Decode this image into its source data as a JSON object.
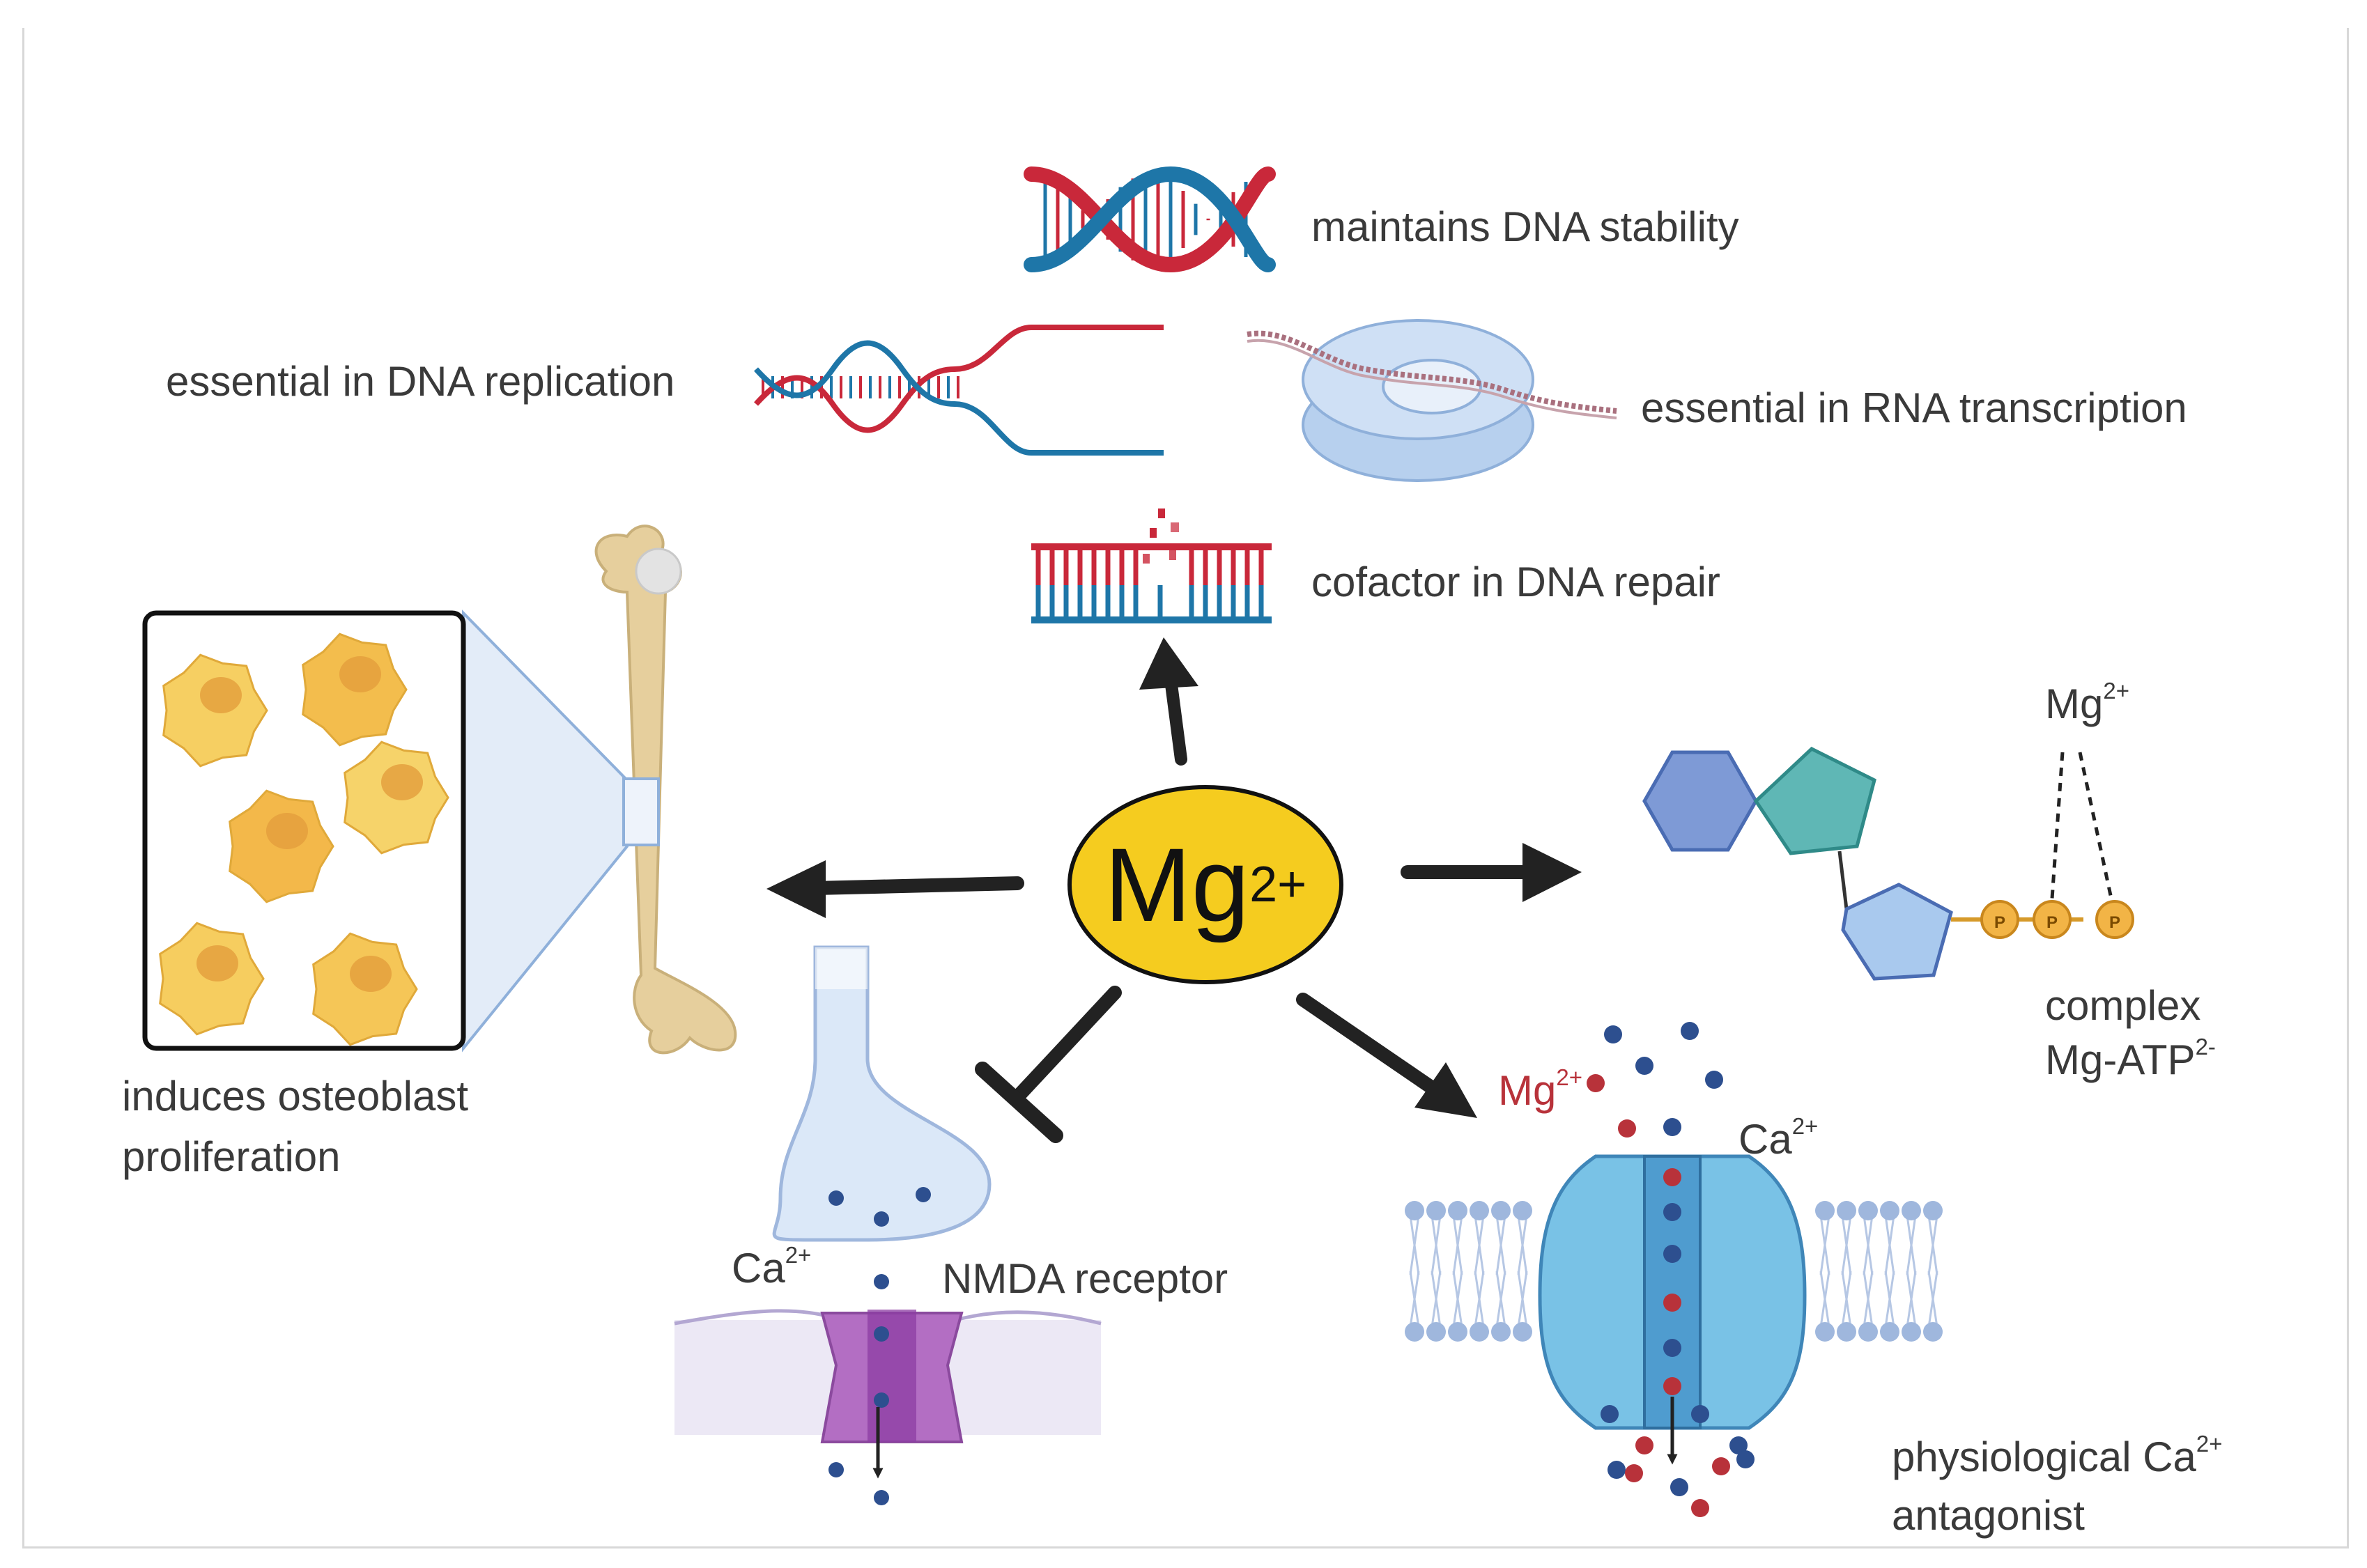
{
  "center": {
    "base": "Mg",
    "charge": "2+"
  },
  "labels": {
    "dna_stability": "maintains DNA stability",
    "dna_replication": "essential in DNA replication",
    "rna_transcription": "essential in RNA transcription",
    "dna_repair": "cofactor in DNA repair",
    "osteoblast_line1": "induces osteoblast",
    "osteoblast_line2": "proliferation",
    "atp_mg_base": "Mg",
    "atp_mg_charge": "2+",
    "atp_complex_line1": "complex",
    "atp_complex_base": "Mg-ATP",
    "atp_complex_charge": "2-",
    "phosphate_letter": "P",
    "nmda_ca_base": "Ca",
    "nmda_ca_charge": "2+",
    "nmda_receptor": "NMDA receptor",
    "channel_mg_base": "Mg",
    "channel_mg_charge": "2+",
    "channel_ca_base": "Ca",
    "channel_ca_charge": "2+",
    "antagonist_prefix": "physiological Ca",
    "antagonist_charge": "2+",
    "antagonist_line2": "antagonist"
  },
  "colors": {
    "dna_red": "#c9283a",
    "dna_blue": "#1e76a8",
    "mg_yellow": "#f5cc1f",
    "cell_yellow": "#f5c85a",
    "bone": "#e6cf9d",
    "membrane_dot": "#9fb7dd",
    "channel_blue": "#79c2e6",
    "nmda_purple": "#a463b8",
    "ion_blue": "#2d4f8f",
    "ion_red": "#b8323a",
    "arrow": "#222222"
  }
}
